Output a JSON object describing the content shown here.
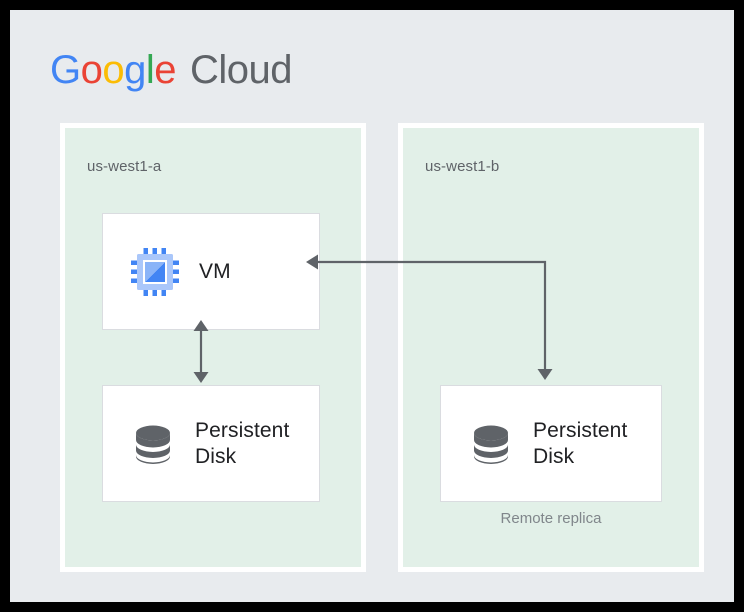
{
  "brand": {
    "google_letters": [
      {
        "char": "G",
        "color": "#4285f4"
      },
      {
        "char": "o",
        "color": "#ea4335"
      },
      {
        "char": "o",
        "color": "#fbbc05"
      },
      {
        "char": "g",
        "color": "#4285f4"
      },
      {
        "char": "l",
        "color": "#34a853"
      },
      {
        "char": "e",
        "color": "#ea4335"
      }
    ],
    "google_text": "Google",
    "cloud_text": "Cloud"
  },
  "colors": {
    "canvas_bg": "#e8ebee",
    "zone_bg": "#e2f0e8",
    "zone_border": "#ffffff",
    "node_bg": "#ffffff",
    "node_border": "#dadce0",
    "arrow": "#5f6368",
    "label_text": "#5f6368",
    "caption_text": "#80868b",
    "node_text": "#202124",
    "vm_icon_blue": "#4285f4",
    "vm_icon_light_blue": "#a8c7fa",
    "disk_icon_gray": "#5f6368"
  },
  "zones": [
    {
      "id": "zone-a",
      "label": "us-west1-a",
      "nodes": [
        {
          "id": "node-vm",
          "label": "VM",
          "icon": "vm-chip-icon"
        },
        {
          "id": "node-pd-a",
          "label": "Persistent Disk",
          "icon": "persistent-disk-icon"
        }
      ]
    },
    {
      "id": "zone-b",
      "label": "us-west1-b",
      "nodes": [
        {
          "id": "node-pd-b",
          "label": "Persistent Disk",
          "icon": "persistent-disk-icon",
          "caption": "Remote replica"
        }
      ]
    }
  ],
  "arrows": [
    {
      "id": "arrow-vm-disk",
      "type": "bidirectional-vertical",
      "from": "node-vm",
      "to": "node-pd-a"
    },
    {
      "id": "arrow-replication",
      "type": "elbow-double-headed",
      "from": "node-vm",
      "to": "node-pd-b"
    }
  ]
}
